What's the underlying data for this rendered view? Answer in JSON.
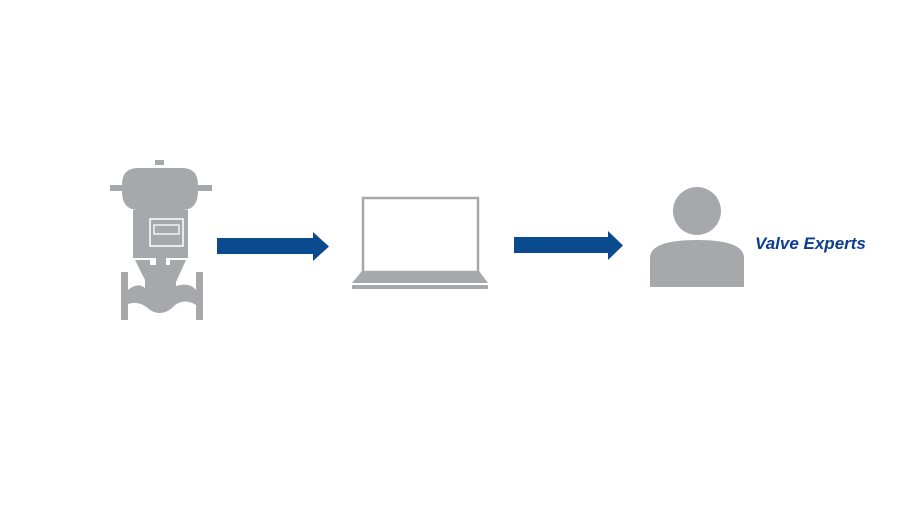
{
  "diagram": {
    "nodes": [
      {
        "id": "valve",
        "icon": "control-valve-icon"
      },
      {
        "id": "laptop",
        "icon": "laptop-icon"
      },
      {
        "id": "person",
        "icon": "person-icon",
        "label": "Valve Experts"
      }
    ],
    "edges": [
      {
        "from": "valve",
        "to": "laptop"
      },
      {
        "from": "laptop",
        "to": "person"
      }
    ]
  },
  "colors": {
    "icon": "#a7a8ab",
    "arrow": "#0a4a8f",
    "label": "#0b3d8f"
  }
}
